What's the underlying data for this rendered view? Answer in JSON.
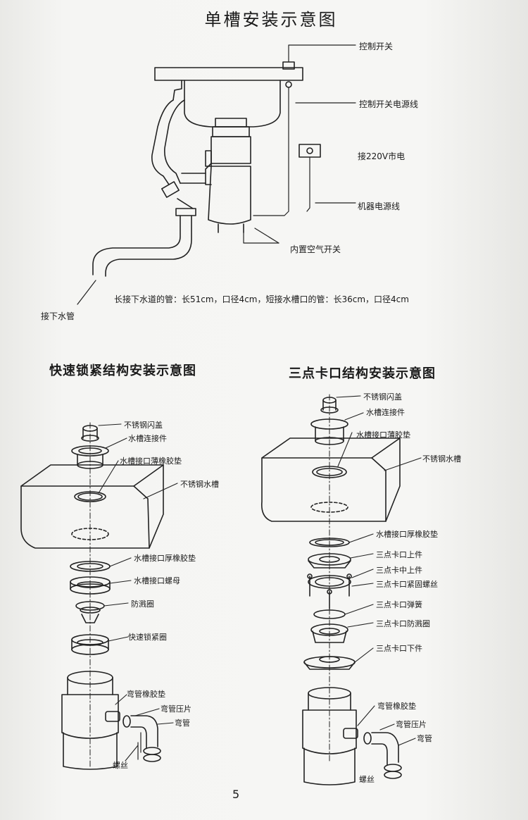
{
  "top_diagram": {
    "title": "单槽安装示意图",
    "labels": {
      "control_switch": "控制开关",
      "switch_cable": "控制开关电源线",
      "mains": "接220V市电",
      "machine_cable": "机器电源线",
      "air_switch": "内置空气开关",
      "drain_pipe": "接下水管",
      "pipe_note": "长接下水道的管：长51cm，口径4cm，短接水槽口的管：长36cm，口径4cm"
    }
  },
  "left_diagram": {
    "title": "快速锁紧结构安装示意图",
    "labels": {
      "flange": "不锈钢闪盖",
      "connector": "水槽连接件",
      "thin_gasket": "水槽接口薄橡胶垫",
      "sink": "不锈钢水槽",
      "thick_gasket": "水槽接口厚橡胶垫",
      "nut": "水槽接口螺母",
      "splash": "防溅圈",
      "lock_ring": "快速锁紧圈",
      "elbow_gasket": "弯管橡胶垫",
      "elbow_clamp": "弯管压片",
      "elbow": "弯管",
      "screw": "螺丝"
    }
  },
  "right_diagram": {
    "title": "三点卡口结构安装示意图",
    "labels": {
      "flange": "不锈钢闪盖",
      "connector": "水槽连接件",
      "thin_gasket": "水槽接口薄胶垫",
      "sink": "不锈钢水槽",
      "thick_gasket": "水槽接口厚橡胶垫",
      "upper": "三点卡口上件",
      "middle_upper": "三点卡中上件",
      "screws": "三点卡口紧固螺丝",
      "spring": "三点卡口弹簧",
      "splash": "三点卡口防溅圈",
      "lower": "三点卡口下件",
      "elbow_gasket": "弯管橡胶垫",
      "elbow_clamp": "弯管压片",
      "elbow": "弯管",
      "screw": "螺丝"
    }
  },
  "page_number": "5"
}
